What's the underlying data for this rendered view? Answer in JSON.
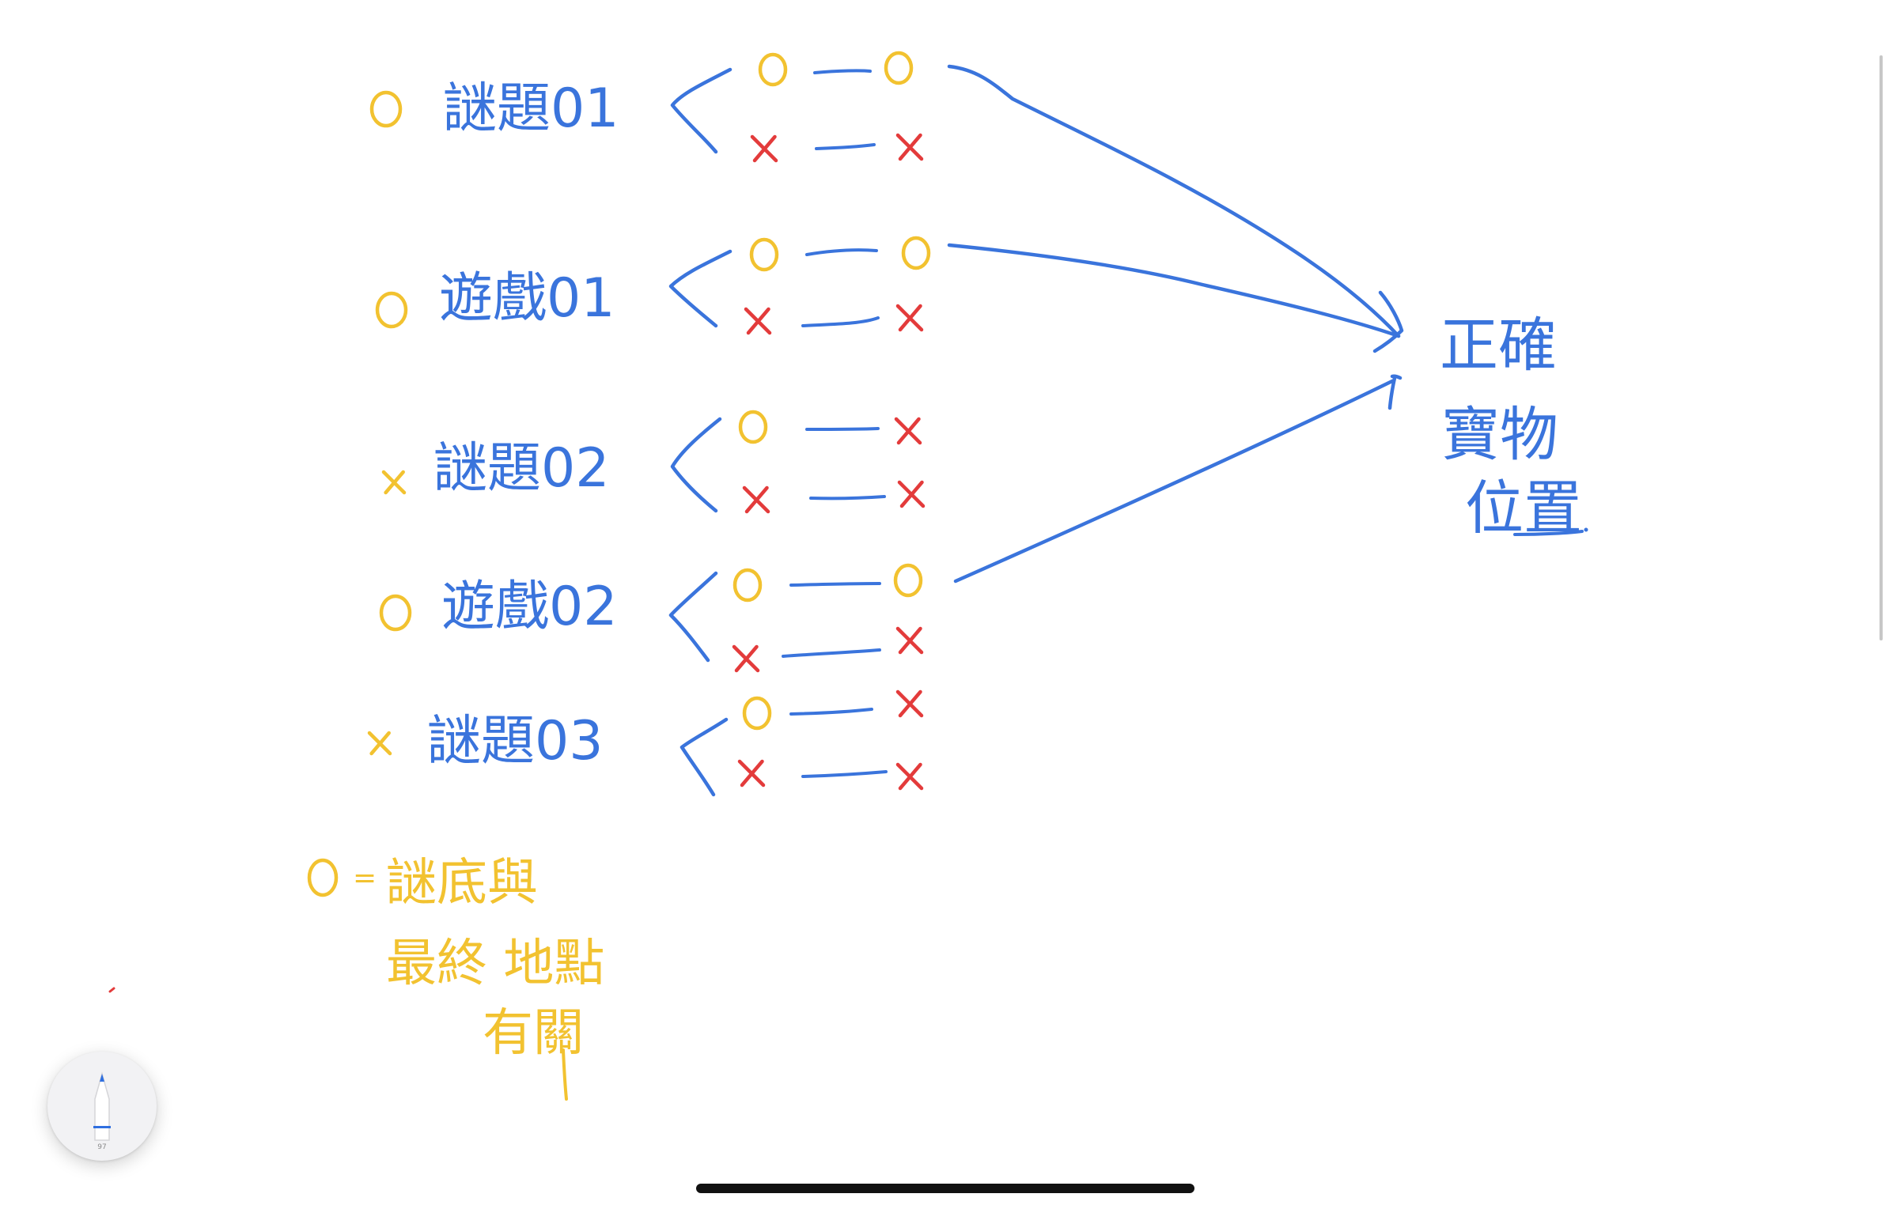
{
  "colors": {
    "ink_blue": "#3a74dc",
    "ink_yellow": "#f2c230",
    "ink_red": "#e33b3b",
    "canvas": "#ffffff"
  },
  "nodes": [
    {
      "status": "O",
      "label": "謎題01"
    },
    {
      "status": "O",
      "label": "遊戲01"
    },
    {
      "status": "X",
      "label": "謎題02"
    },
    {
      "status": "O",
      "label": "遊戲02"
    },
    {
      "status": "X",
      "label": "謎題03"
    }
  ],
  "branches": [
    {
      "top": [
        "O",
        "O"
      ],
      "bottom": [
        "X",
        "X"
      ]
    },
    {
      "top": [
        "O",
        "O"
      ],
      "bottom": [
        "X",
        "X"
      ]
    },
    {
      "top": [
        "O",
        "X"
      ],
      "bottom": [
        "X",
        "X"
      ]
    },
    {
      "top": [
        "O",
        "O"
      ],
      "bottom": [
        "X",
        "X"
      ]
    },
    {
      "top": [
        "O",
        "X"
      ],
      "bottom": [
        "X",
        "X"
      ]
    }
  ],
  "target": {
    "lines": [
      "正確",
      "寶物",
      "位置"
    ]
  },
  "legend": {
    "symbol": "O",
    "separator": "=",
    "lines": [
      "謎底與",
      "最終 地點",
      "有關"
    ]
  },
  "tool": {
    "name": "pen-icon",
    "size_label": "97"
  }
}
